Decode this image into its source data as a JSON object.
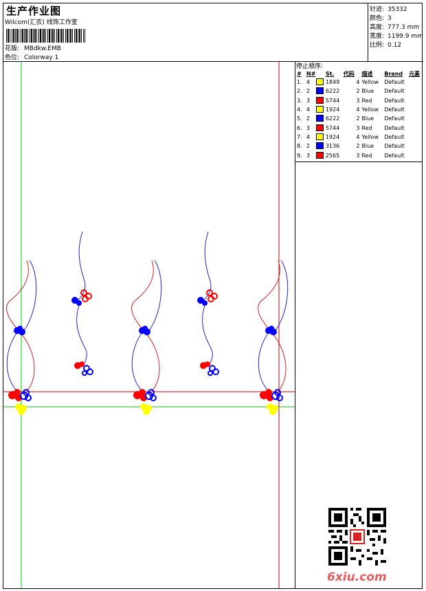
{
  "header": {
    "title": "生产作业图",
    "subtitle": "Wilcom(汇农) 线饰工作室",
    "pattern_label": "花版:",
    "pattern_value": "MBdkw.EMB",
    "colorway_label": "色位:",
    "colorway_value": "Colorway 1"
  },
  "stats": {
    "stitches_label": "针迹:",
    "stitches_value": "35332",
    "colors_label": "颜色:",
    "colors_value": "3",
    "height_label": "高度:",
    "height_value": "777.3 mm",
    "width_label": "宽度:",
    "width_value": "1199.9 mm",
    "scale_label": "比例:",
    "scale_value": "0.12"
  },
  "stop_sequence": {
    "title": "停止顺序:",
    "headers": {
      "num": "#",
      "needle": "N#",
      "stitches": "St.",
      "code": "代码",
      "desc": "描述",
      "brand": "Brand",
      "element": "元素"
    },
    "rows": [
      {
        "num": "1.",
        "needle": "4",
        "color": "#ffff00",
        "stitches": "1849",
        "code": "4",
        "desc": "Yellow",
        "brand": "Default"
      },
      {
        "num": "2.",
        "needle": "2",
        "color": "#0000ff",
        "stitches": "6222",
        "code": "2",
        "desc": "Blue",
        "brand": "Default"
      },
      {
        "num": "3.",
        "needle": "3",
        "color": "#ff0000",
        "stitches": "5744",
        "code": "3",
        "desc": "Red",
        "brand": "Default"
      },
      {
        "num": "4.",
        "needle": "4",
        "color": "#ffff00",
        "stitches": "1924",
        "code": "4",
        "desc": "Yellow",
        "brand": "Default"
      },
      {
        "num": "5.",
        "needle": "2",
        "color": "#0000ff",
        "stitches": "6222",
        "code": "2",
        "desc": "Blue",
        "brand": "Default"
      },
      {
        "num": "6.",
        "needle": "3",
        "color": "#ff0000",
        "stitches": "5744",
        "code": "3",
        "desc": "Red",
        "brand": "Default"
      },
      {
        "num": "7.",
        "needle": "4",
        "color": "#ffff00",
        "stitches": "1924",
        "code": "4",
        "desc": "Yellow",
        "brand": "Default"
      },
      {
        "num": "8.",
        "needle": "2",
        "color": "#0000ff",
        "stitches": "3136",
        "code": "2",
        "desc": "Blue",
        "brand": "Default"
      },
      {
        "num": "9.",
        "needle": "3",
        "color": "#ff0000",
        "stitches": "2565",
        "code": "3",
        "desc": "Red",
        "brand": "Default"
      }
    ]
  },
  "design": {
    "colors": {
      "yellow": "#ffff00",
      "blue": "#0000ff",
      "red": "#ff0000",
      "guide_green": "#00cc00",
      "guide_red": "#cc0000"
    }
  },
  "watermark": "6xiu.com",
  "icons": {
    "qr": "qr-code-icon"
  }
}
